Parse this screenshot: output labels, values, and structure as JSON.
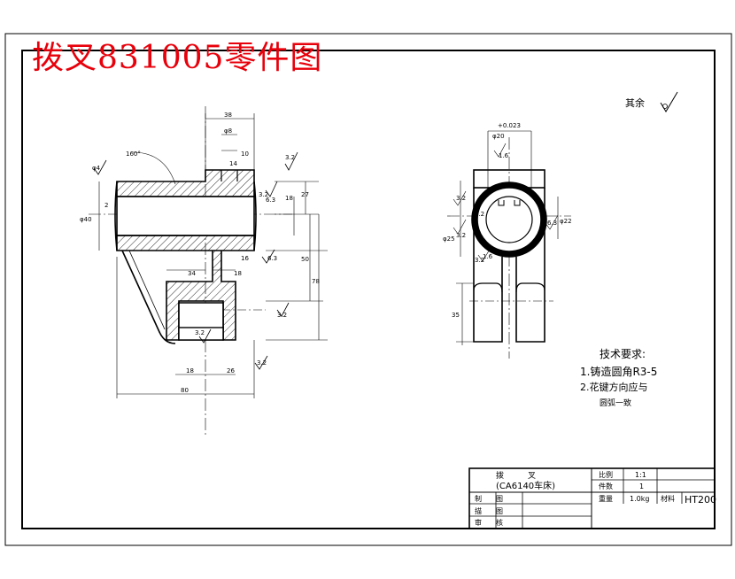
{
  "page": {
    "title": "拨叉831005零件图"
  },
  "roughness_note": {
    "label": "其余"
  },
  "tech_requirements": {
    "heading": "技术要求:",
    "items": [
      "1.铸造圆角R3-5",
      "2.花键方向应与",
      "圆弧一致"
    ]
  },
  "title_block": {
    "part_name": "拨　　　叉",
    "machine": "(CA6140车床)",
    "ratio_label": "比例",
    "ratio_value": "1:1",
    "qty_label": "件数",
    "qty_value": "1",
    "weight_label": "重量",
    "weight_value": "1.0kg",
    "material_label": "材料",
    "material_value": "HT200",
    "drawn_label": "制　　图",
    "draft_label": "描　　图",
    "check_label": "审　　核"
  },
  "front_view_dims": {
    "d1": "38",
    "d2": "φ8",
    "d3": "10",
    "d4": "14",
    "d5": "160°",
    "d6": "φ4",
    "d7": "3.2",
    "d8": "φ40",
    "d9": "6.3",
    "d10": "27",
    "d11": "18",
    "d12": "3.2",
    "d13": "16",
    "d14": "50",
    "d15": "78",
    "d16": "6.3",
    "d17": "34",
    "d18": "18",
    "d19": "3.2",
    "d20": "3.2",
    "d21": "18",
    "d22": "26",
    "d23": "80",
    "d24": "3.2",
    "d25": "2"
  },
  "side_view_dims": {
    "d1": "+0.023",
    "d2": "φ20",
    "d3": "3.2",
    "d4": "1.6",
    "d5": "3.2",
    "d6": "φ25",
    "d7": "6.3",
    "d8": "φ22",
    "d9": "3.2",
    "d10": "3.2",
    "d11": "35",
    "d12": "1.6"
  }
}
